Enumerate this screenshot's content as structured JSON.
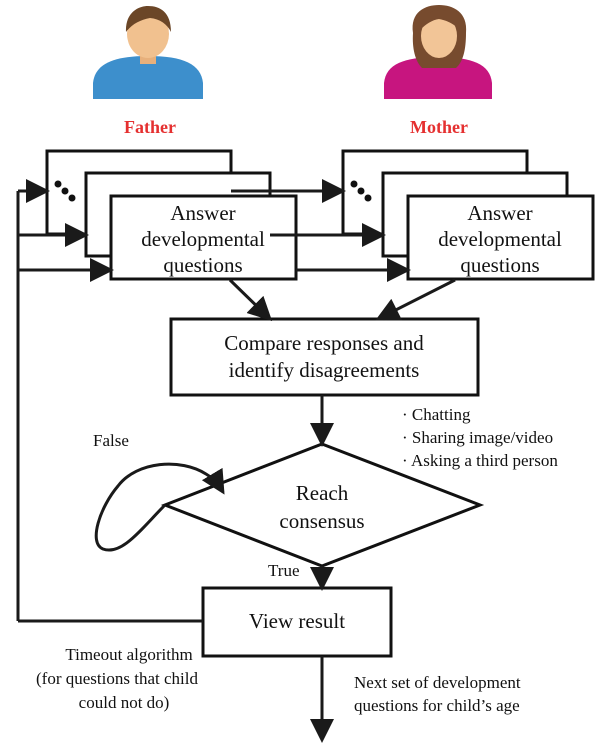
{
  "parents": {
    "father": {
      "label": "Father",
      "shirt_color": "#3D8FCC",
      "label_color": "#E53030"
    },
    "mother": {
      "label": "Mother",
      "shirt_color": "#C7157F",
      "label_color": "#E53030"
    }
  },
  "answer_box": {
    "lines": [
      "Answer",
      "developmental",
      "questions"
    ],
    "ellipsis_icon": "three-dots-icon"
  },
  "compare_box": {
    "lines": [
      "Compare responses and",
      "identify disagreements"
    ]
  },
  "consensus_notes": [
    "· Chatting",
    "· Sharing image/video",
    "· Asking a third person"
  ],
  "decision": {
    "lines": [
      "Reach",
      "consensus"
    ],
    "false_label": "False",
    "true_label": "True"
  },
  "result_box": {
    "label": "View result"
  },
  "timeout_note": [
    "Timeout algorithm",
    "(for questions that child",
    "could not do)"
  ],
  "next_note": [
    "Next set of development",
    "questions for child’s age"
  ]
}
